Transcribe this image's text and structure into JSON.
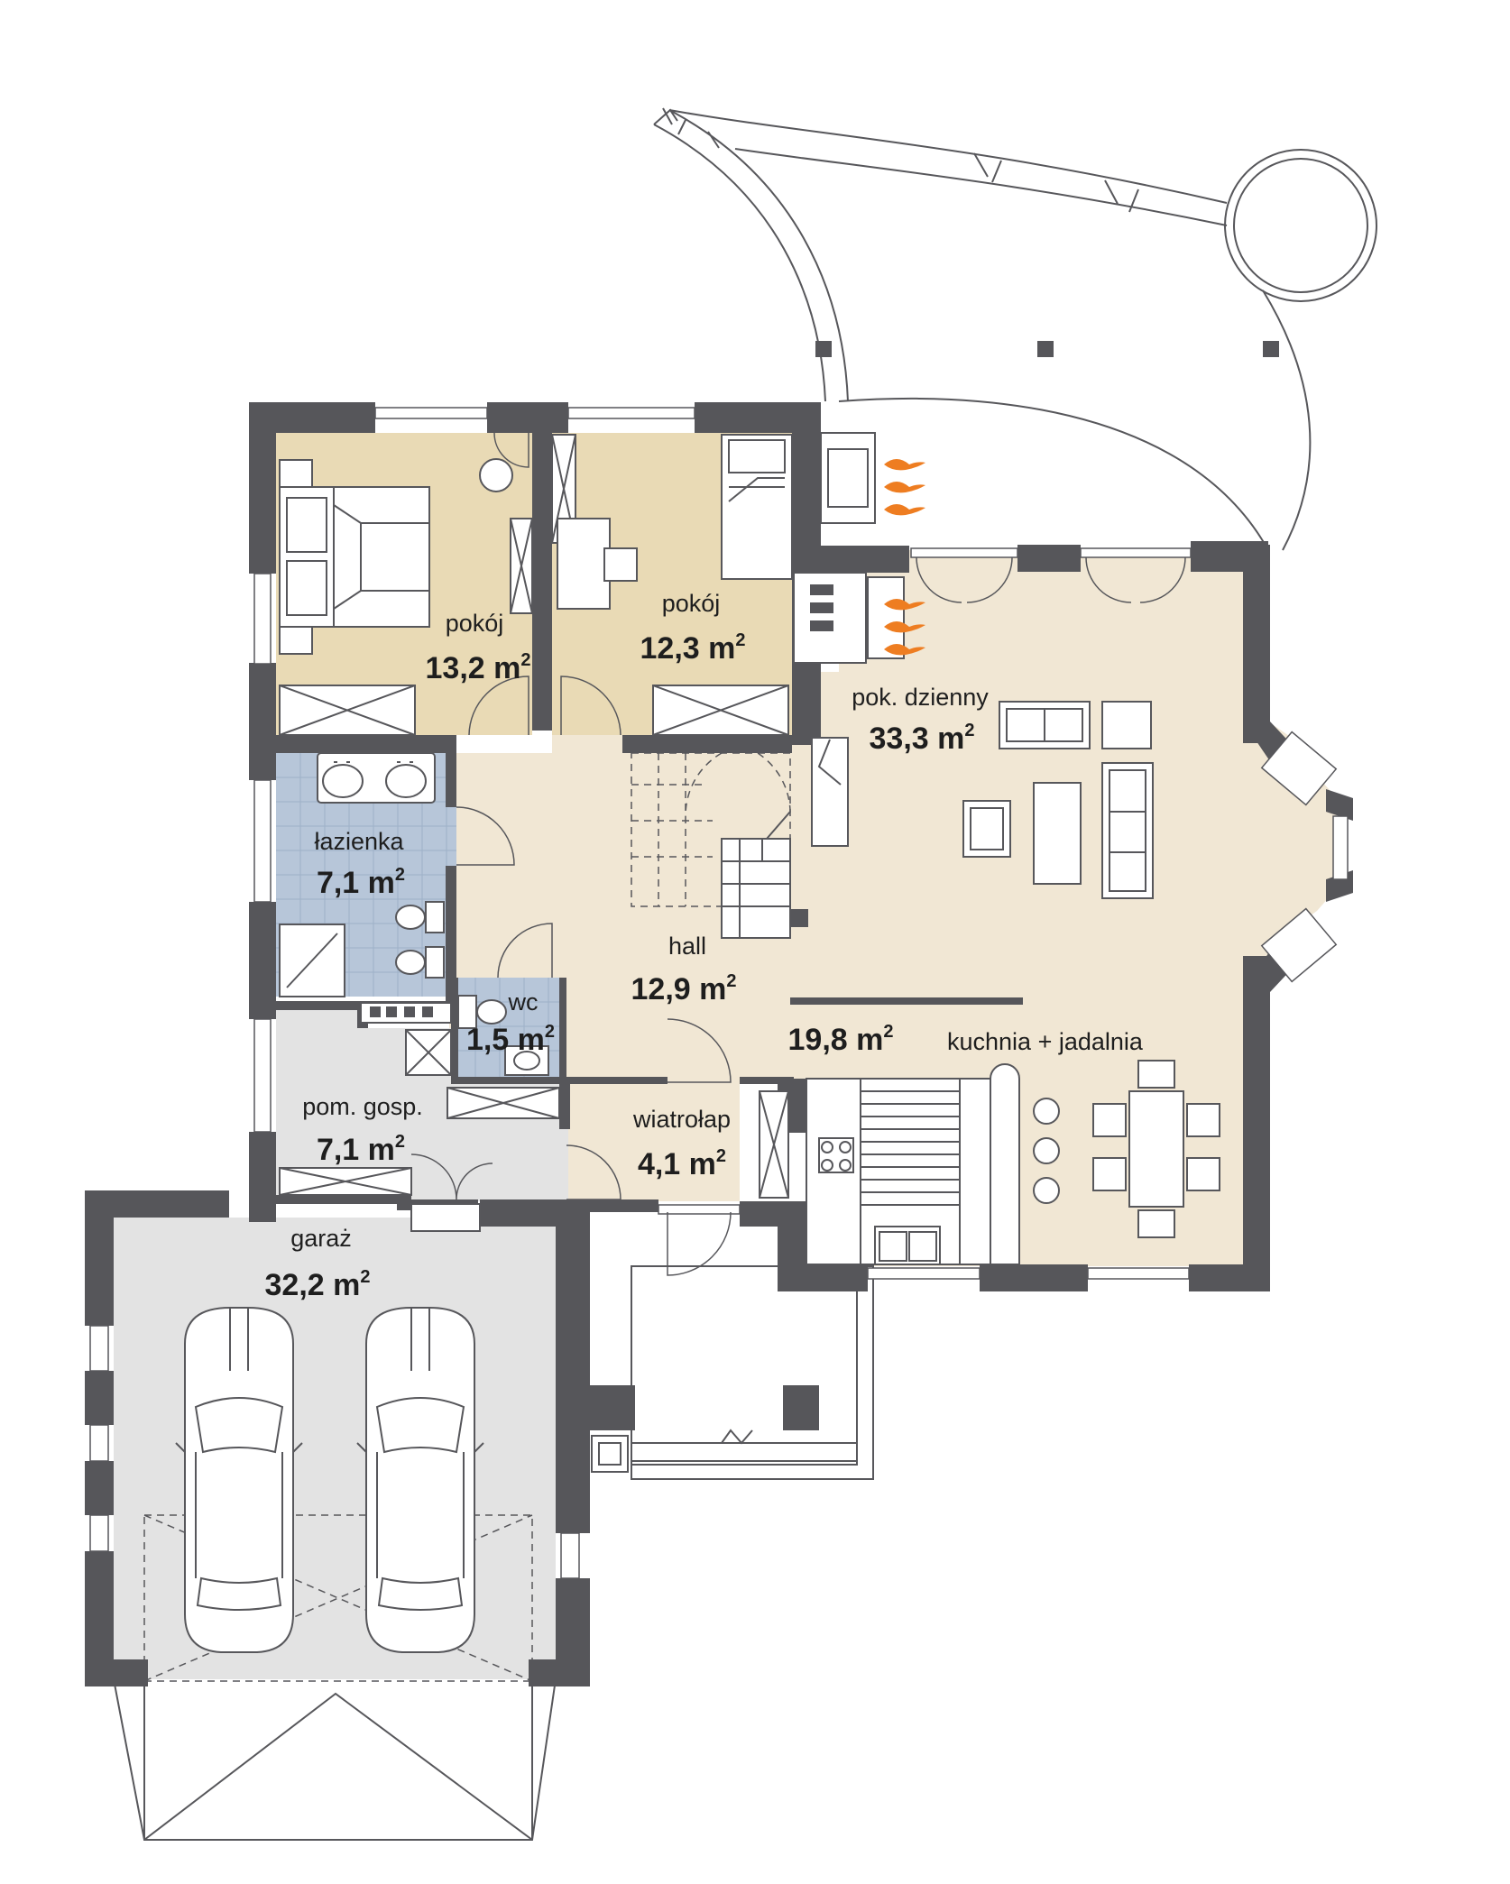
{
  "rooms": [
    {
      "id": "bedroom1",
      "name": "pokój",
      "area": "13,2"
    },
    {
      "id": "bedroom2",
      "name": "pokój",
      "area": "12,3"
    },
    {
      "id": "living",
      "name": "pok. dzienny",
      "area": "33,3"
    },
    {
      "id": "bathroom",
      "name": "łazienka",
      "area": "7,1"
    },
    {
      "id": "hall",
      "name": "hall",
      "area": "12,9"
    },
    {
      "id": "wc",
      "name": "wc",
      "area": "1,5"
    },
    {
      "id": "kitchen",
      "name": "kuchnia + jadalnia",
      "area": "19,8"
    },
    {
      "id": "utility",
      "name": "pom. gosp.",
      "area": "7,1"
    },
    {
      "id": "vestibule",
      "name": "wiatrołap",
      "area": "4,1"
    },
    {
      "id": "garage",
      "name": "garaż",
      "area": "32,2"
    }
  ],
  "unit": "m",
  "unit_exp": "2",
  "colors": {
    "wall": "#56565a",
    "bedroom_floor": "#e9dab5",
    "bathroom_floor": "#b7c6d9",
    "day_floor": "#f1e7d4",
    "utility_floor": "#e3e3e3",
    "fireplace": "#ee7d21"
  }
}
